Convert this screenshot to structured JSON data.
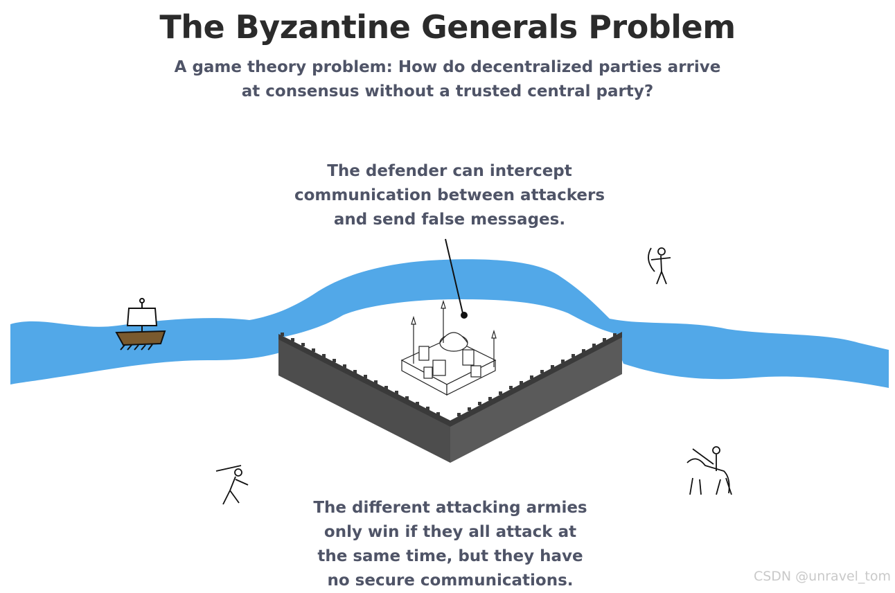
{
  "title": "The Byzantine Generals Problem",
  "subtitle": "A game theory problem: How do decentralized parties arrive at consensus without a trusted central party?",
  "defender_note": "The defender can intercept communication between attackers and send false messages.",
  "armies_note": "The different attacking armies only win if they all attack at the same time, but they have no secure communications.",
  "watermark": "CSDN @unravel_tom",
  "colors": {
    "river": "#52a8e8",
    "wall": "#4d4d4d",
    "text_title": "#2b2b2b",
    "text_body": "#4f5467",
    "ship_hull": "#7a5a2e"
  },
  "icons": [
    "ship-icon",
    "city-icon",
    "archer-icon",
    "spearman-icon",
    "knight-icon"
  ]
}
